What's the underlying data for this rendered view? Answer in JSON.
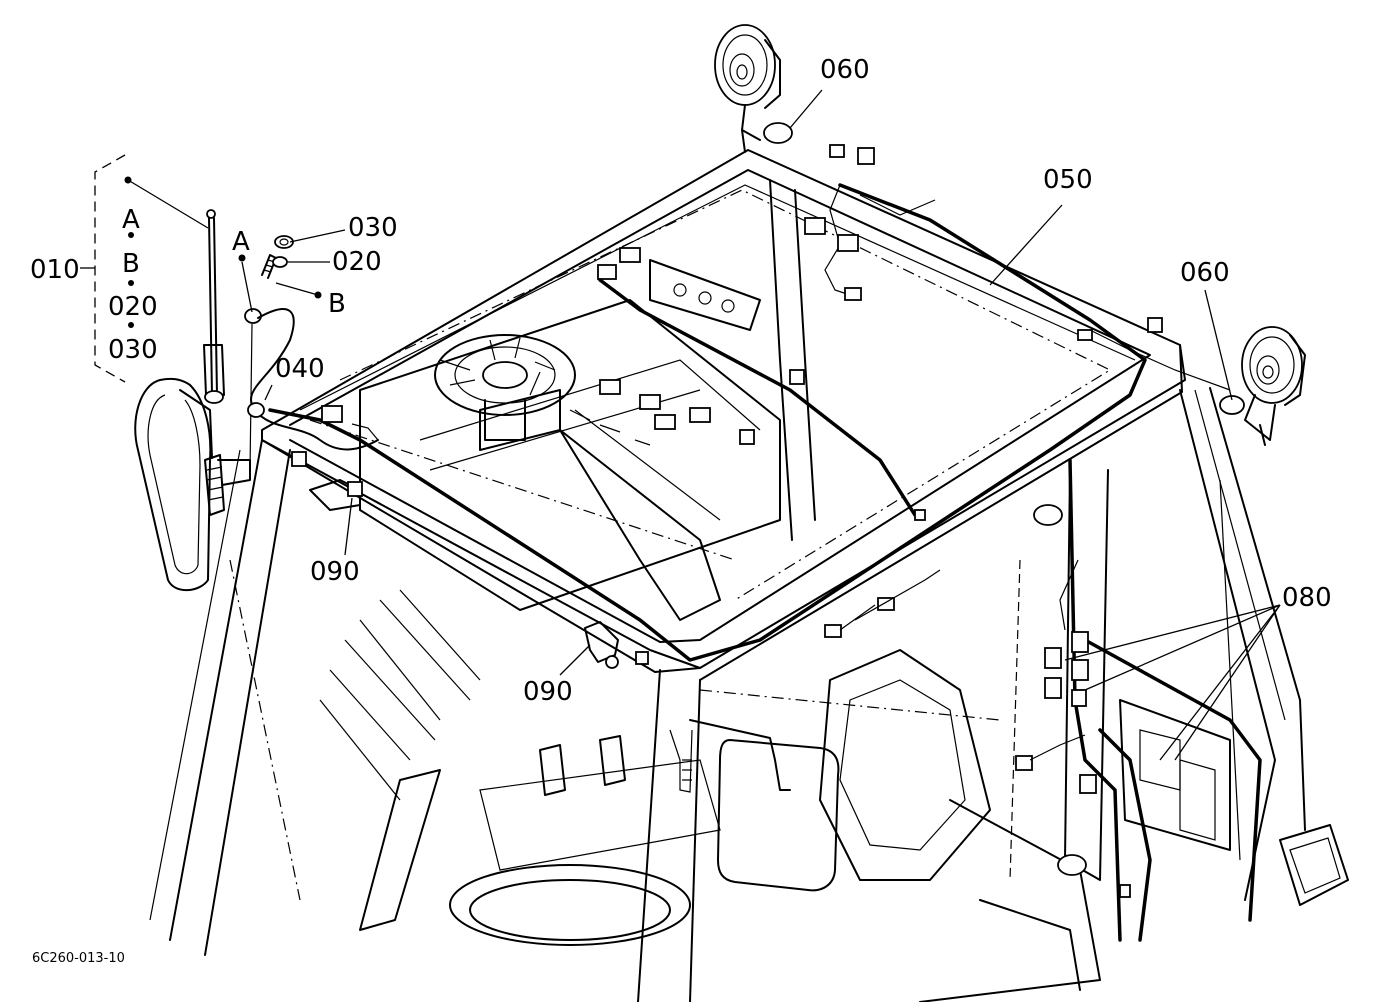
{
  "diagram": {
    "drawing_number": "6C260-013-10",
    "callouts": {
      "p010": "010",
      "p020": "020",
      "p030": "030",
      "p040": "040",
      "p050": "050",
      "p060a": "060",
      "p060b": "060",
      "p080": "080",
      "p090a": "090",
      "p090b": "090"
    },
    "kit_list": {
      "a": "A",
      "b": "B",
      "p020": "020",
      "p030": "030"
    },
    "refs": {
      "a": "A",
      "b": "B"
    }
  }
}
